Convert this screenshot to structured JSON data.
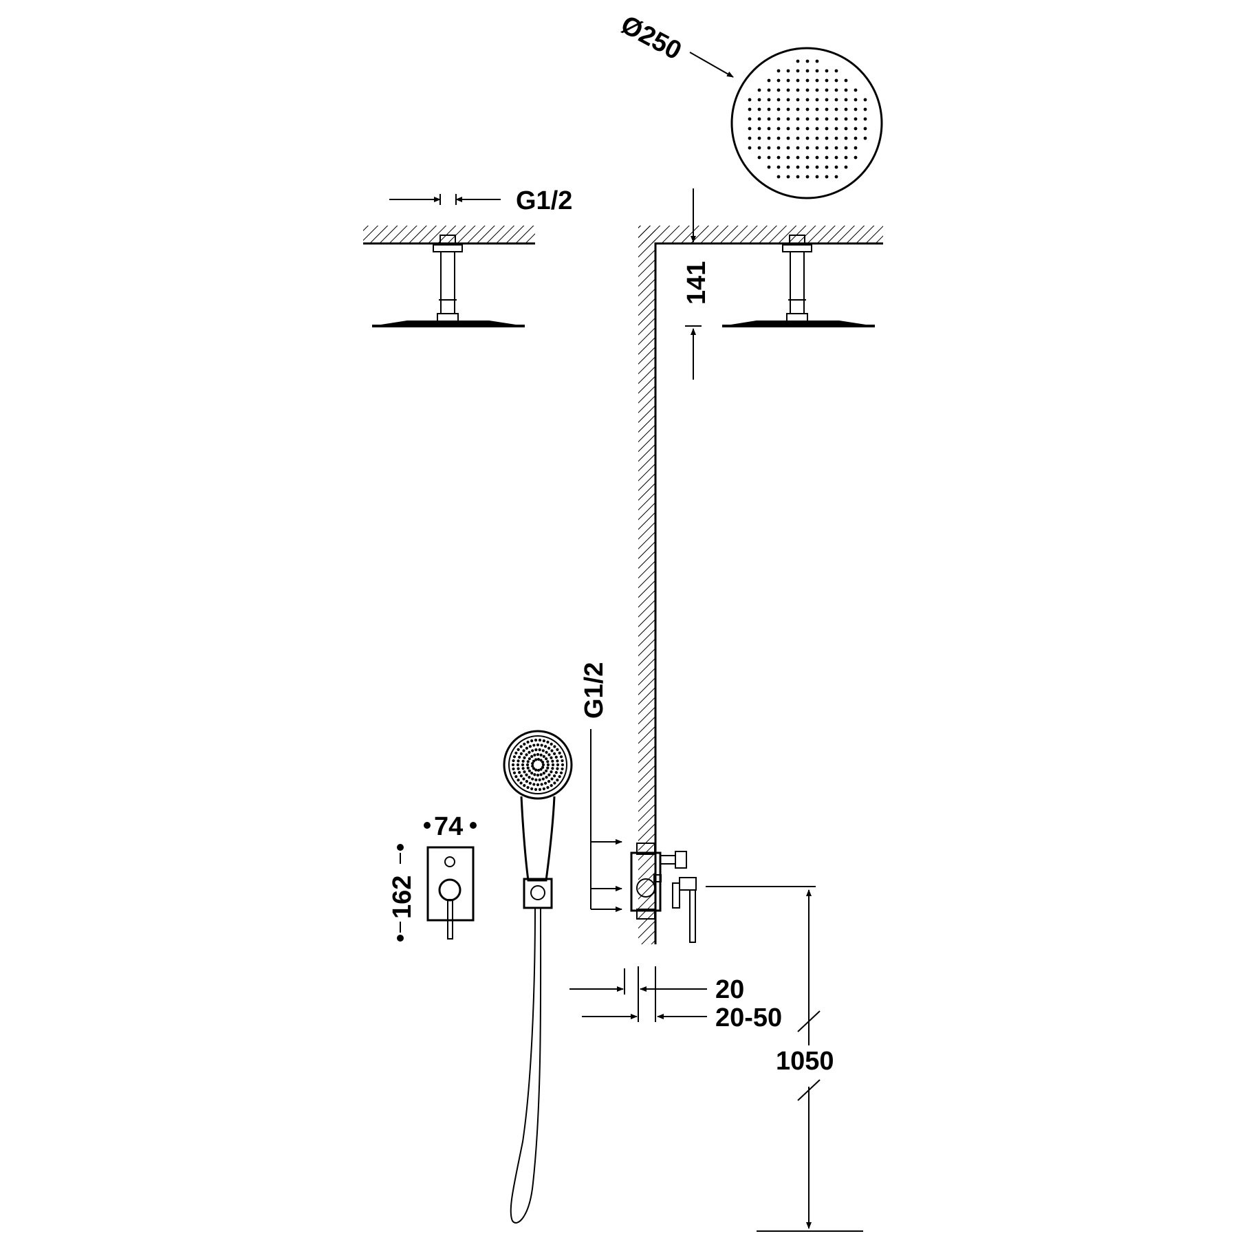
{
  "dimensions": {
    "shower_head_diameter": "Ø250",
    "ceiling_connection_thread": "G1/2",
    "arm_height": "141",
    "wall_inlet_thread": "G1/2",
    "plate_width": "74",
    "plate_height": "162",
    "wall_offset": "20",
    "wall_offset_range": "20-50",
    "mixer_height": "1050"
  }
}
